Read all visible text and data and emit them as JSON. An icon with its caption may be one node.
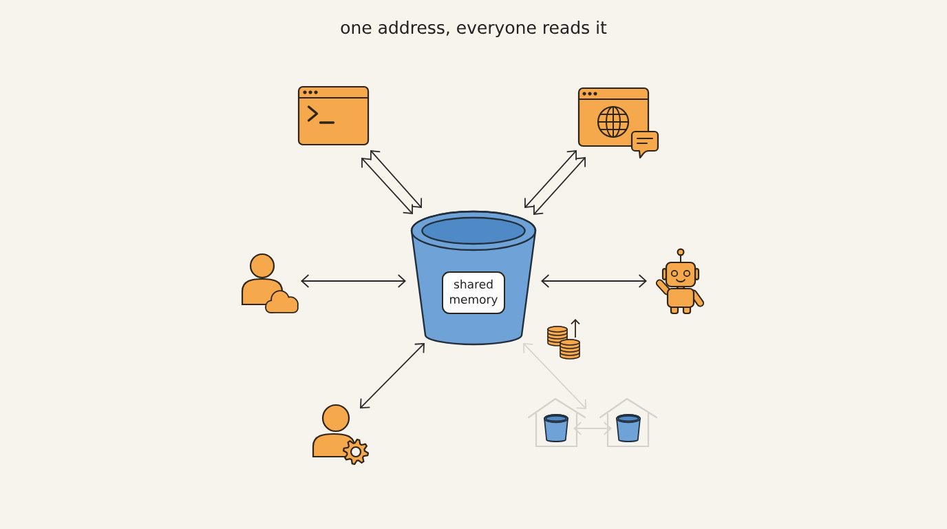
{
  "diagram": {
    "title": "one address, everyone reads it",
    "nodes": [
      {
        "text": [],
        "shape": "picture"
      },
      {
        "text": [],
        "shape": "picture"
      },
      {
        "text": [],
        "shape": "person"
      },
      {
        "text": [],
        "shape": "cylinder"
      },
      {
        "text": [
          "shared memory"
        ],
        "in": 3
      },
      {
        "text": [],
        "shape": "picture"
      },
      {
        "text": [],
        "shape": "person"
      },
      {
        "text": [],
        "shape": "house"
      },
      {
        "text": [],
        "shape": "cylinder",
        "in": 7
      },
      {
        "text": [],
        "shape": "house"
      },
      {
        "text": [],
        "shape": "cylinder",
        "in": 9
      }
    ],
    "edges": [
      {
        "from": 0,
        "to": 3,
        "arrow": "both"
      },
      {
        "from": 0,
        "to": 3,
        "arrow": "both"
      },
      {
        "from": 1,
        "to": 3,
        "arrow": "both"
      },
      {
        "from": 1,
        "to": 3,
        "arrow": "both"
      },
      {
        "from": 2,
        "to": 3,
        "arrow": "both"
      },
      {
        "from": 3,
        "to": 5,
        "arrow": "both"
      },
      {
        "from": 6,
        "to": 3,
        "arrow": "both"
      },
      {
        "from": 3,
        "to": 7,
        "arrow": "both",
        "color": "#d6d4ce"
      },
      {
        "from": 8,
        "to": 10,
        "arrow": "both",
        "color": "#d6d4ce"
      }
    ]
  }
}
